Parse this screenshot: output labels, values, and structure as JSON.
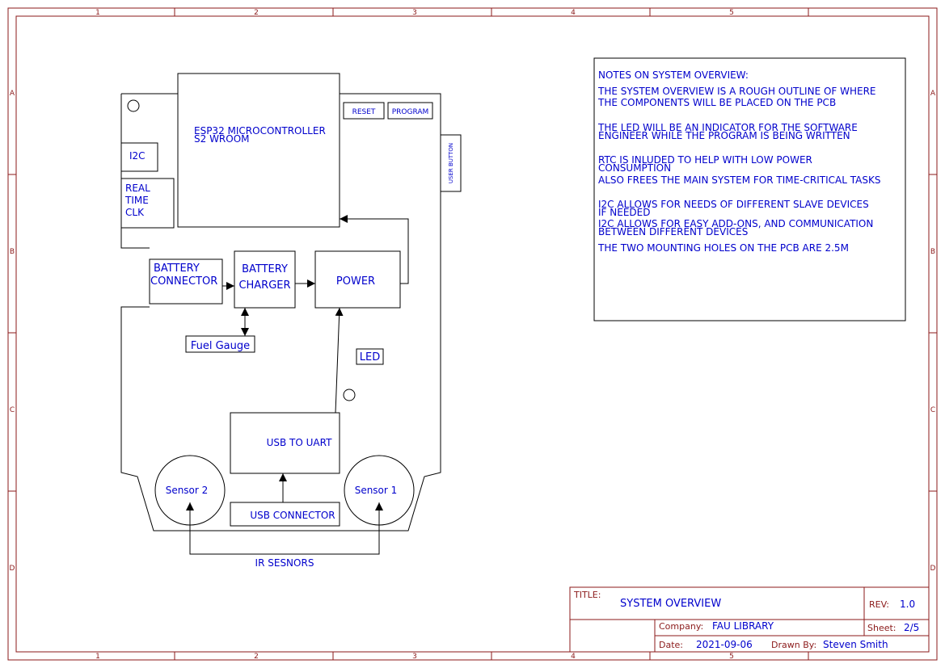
{
  "frame": {
    "columns": [
      "1",
      "2",
      "3",
      "4",
      "5"
    ],
    "rows": [
      "A",
      "B",
      "C",
      "D"
    ]
  },
  "blocks": {
    "esp32_line1": "ESP32 MICROCONTROLLER",
    "esp32_line2": "S2 WROOM",
    "reset": "RESET",
    "program": "PROGRAM",
    "user_button": "USER BUTTON",
    "i2c": "I2C",
    "rtc_line1": "REAL",
    "rtc_line2": "TIME",
    "rtc_line3": "CLK",
    "battery_connector_line1": "BATTERY",
    "battery_connector_line2": "CONNECTOR",
    "battery_charger_line1": "BATTERY",
    "battery_charger_line2": "CHARGER",
    "power": "POWER",
    "fuel_gauge": "Fuel Gauge",
    "led": "LED",
    "usb_to_uart": "USB TO UART",
    "usb_connector": "USB CONNECTOR",
    "sensor_1": "Sensor 1",
    "sensor_2": "Sensor 2",
    "ir_sensors": "IR SESNORS"
  },
  "notes": {
    "title": "NOTES ON SYSTEM OVERVIEW:",
    "lines": [
      "THE SYSTEM OVERVIEW IS A ROUGH OUTLINE OF WHERE",
      "THE COMPONENTS WILL BE PLACED ON THE PCB",
      "THE LED WILL BE AN INDICATOR FOR THE SOFTWARE",
      "ENGINEER WHILE THE PROGRAM IS BEING WRITTEN",
      "RTC IS INLUDED TO HELP WITH LOW POWER",
      "CONSUMPTION",
      "ALSO FREES THE MAIN SYSTEM FOR TIME-CRITICAL TASKS",
      "I2C ALLOWS FOR NEEDS OF DIFFERENT SLAVE DEVICES",
      "IF NEEDED",
      "I2C ALLOWS FOR EASY ADD-ONS, AND COMMUNICATION",
      "BETWEEN DIFFERENT DEVICES",
      "THE TWO MOUNTING HOLES ON THE PCB ARE 2.5M"
    ]
  },
  "title_block": {
    "title_label": "TITLE:",
    "title": "SYSTEM OVERVIEW",
    "rev_label": "REV:",
    "rev": "1.0",
    "company_label": "Company:",
    "company": "FAU LIBRARY",
    "sheet_label": "Sheet:",
    "sheet": "2/5",
    "date_label": "Date:",
    "date": "2021-09-06",
    "drawn_by_label": "Drawn By:",
    "drawn_by": "Steven Smith"
  },
  "colors": {
    "frame": "#8b1a1a",
    "text": "#0000cc",
    "lines": "#000000"
  }
}
